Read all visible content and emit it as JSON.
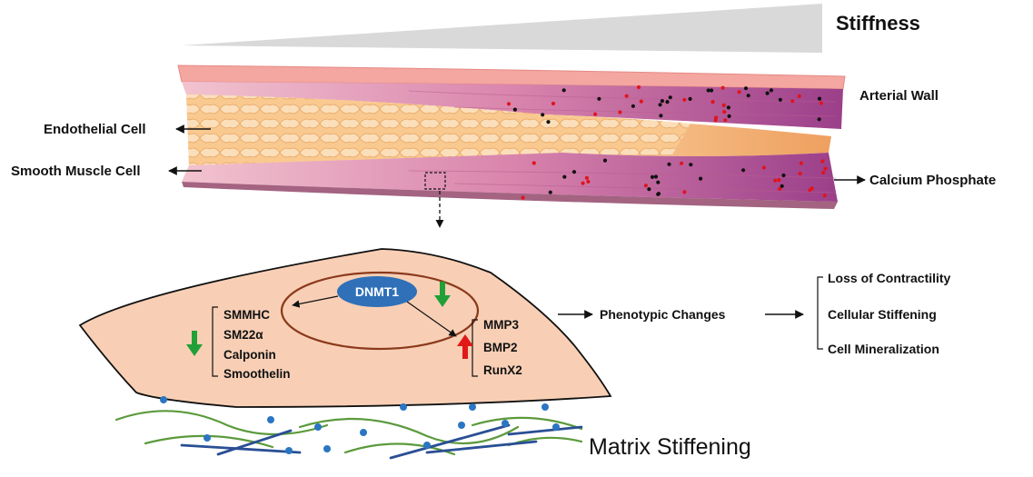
{
  "colors": {
    "wedge": "#d9d9d9",
    "adventitia": "#f4a6a0",
    "endothelium": "#f9c98f",
    "media_pink": "#e4a0b8",
    "media_purple": "#a94f93",
    "calcium_red": "#e0141c",
    "cell_fill": "#f8cfb5",
    "nucleus_outline": "#8b3a1c",
    "dnmt1": "#2f70b8",
    "down_arrow": "#21a038",
    "up_arrow": "#e01818",
    "matrix_green": "#5b9a3c",
    "matrix_blue": "#2a4f94",
    "matrix_dot": "#2b76c2"
  },
  "labels": {
    "stiffness": "Stiffness",
    "arterial_wall": "Arterial Wall",
    "endothelial_cell": "Endothelial Cell",
    "smooth_muscle_cell": "Smooth Muscle Cell",
    "calcium_phosphate": "Calcium Phosphate",
    "dnmt1": "DNMT1",
    "phenotypic_changes": "Phenotypic Changes",
    "matrix_stiffening": "Matrix Stiffening"
  },
  "contractile_markers": [
    "SMMHC",
    "SM22α",
    "Calponin",
    "Smoothelin"
  ],
  "osteogenic_markers": [
    "MMP3",
    "BMP2",
    "RunX2"
  ],
  "outcomes": [
    "Loss of Contractility",
    "Cellular Stiffening",
    "Cell Mineralization"
  ]
}
